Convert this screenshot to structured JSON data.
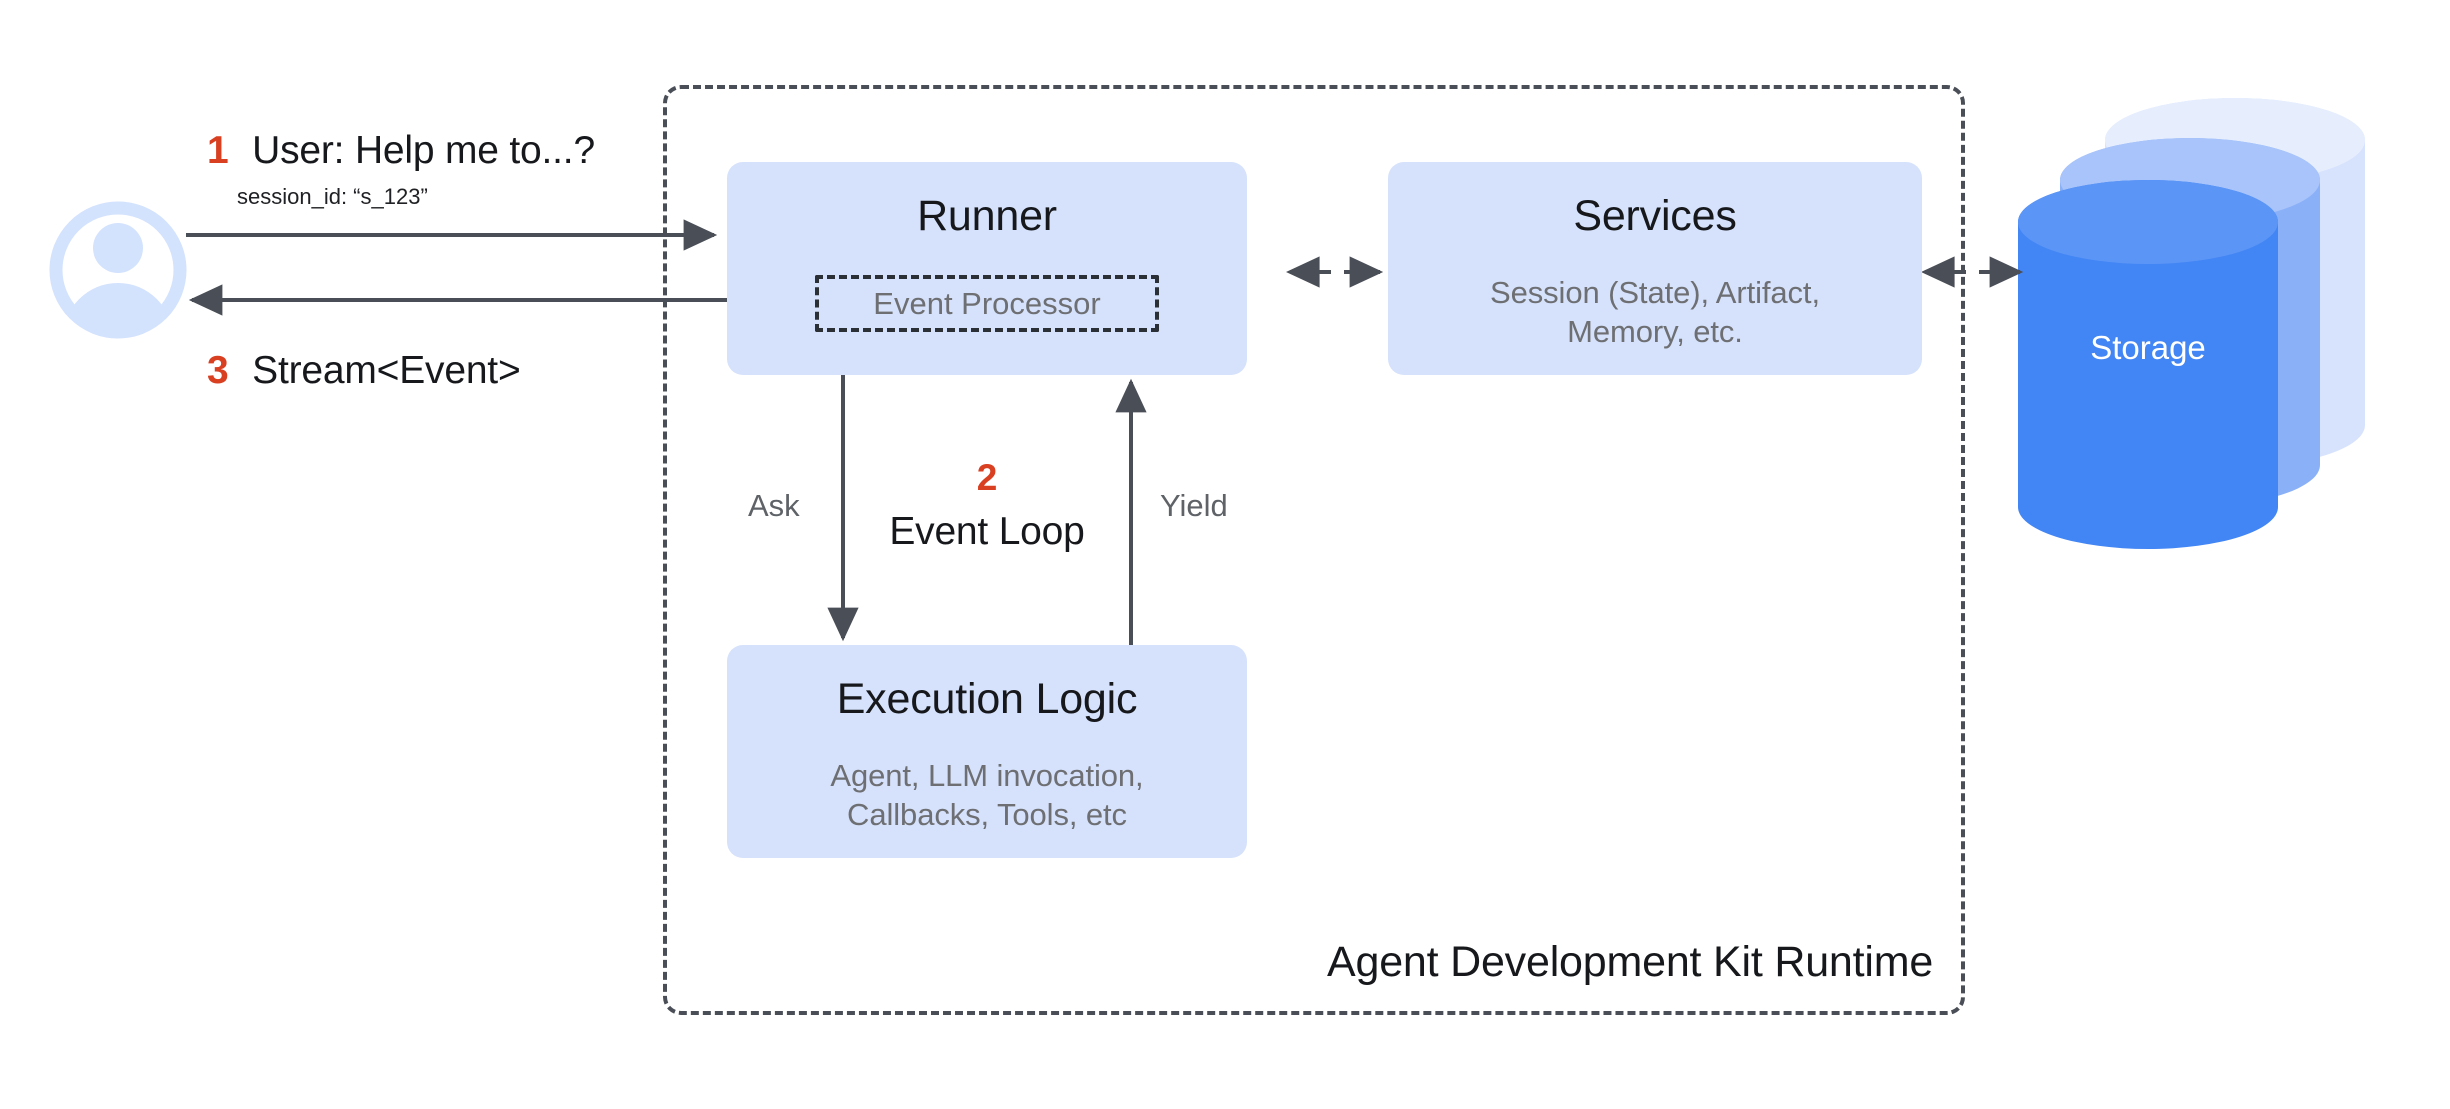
{
  "diagram": {
    "runtime_label": "Agent Development Kit Runtime",
    "actor": {
      "icon": "user-avatar-icon",
      "name": "User"
    },
    "flows": [
      {
        "num": "1",
        "label": "User: Help me to...?",
        "sublabel": "session_id: “s_123”"
      },
      {
        "num": "3",
        "label": "Stream<Event>"
      }
    ],
    "event_loop": {
      "num": "2",
      "label": "Event Loop",
      "ask_label": "Ask",
      "yield_label": "Yield"
    },
    "nodes": {
      "runner": {
        "title": "Runner",
        "inner_title": "Event Processor"
      },
      "services": {
        "title": "Services",
        "subtitle_line1": "Session (State), Artifact,",
        "subtitle_line2": "Memory, etc."
      },
      "execution_logic": {
        "title": "Execution Logic",
        "subtitle_line1": "Agent, LLM invocation,",
        "subtitle_line2": "Callbacks, Tools, etc"
      },
      "storage": {
        "title": "Storage"
      }
    },
    "colors": {
      "node_fill": "#d6e2fb",
      "accent_number": "#d93f21",
      "arrow": "#4a4f57",
      "storage_front": "#4285f4",
      "storage_mid": "#8ab0f8",
      "storage_back": "#d7e3fd",
      "avatar": "#d3e2fd",
      "muted_text": "#6d6f73",
      "runtime_border": "#4a4f57"
    }
  }
}
